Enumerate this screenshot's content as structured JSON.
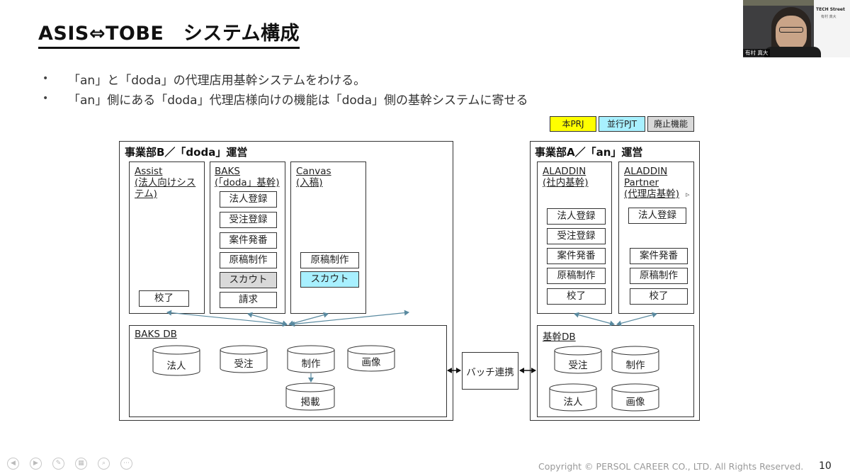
{
  "slide": {
    "title": "ASIS⇔TOBE　システム構成",
    "bullets": [
      "「an」と「doda」の代理店用基幹システムをわける。",
      "「an」側にある「doda」代理店様向けの機能は「doda」側の基幹システムに寄せる"
    ],
    "bullet_marker": "•",
    "page_number": "10",
    "copyright": "Copyright © PERSOL CAREER CO., LTD. All Rights Reserved."
  },
  "legend": {
    "items": [
      {
        "label": "本PRJ",
        "color": "#ffff00"
      },
      {
        "label": "並行PJT",
        "color": "#a8f0ff"
      },
      {
        "label": "廃止機能",
        "color": "#d9d9d9"
      }
    ]
  },
  "left_section": {
    "title": "事業部B／「doda」運営",
    "systems": [
      {
        "name_lines": [
          "Assist",
          "(法人向けシス",
          "テム)"
        ],
        "functions": [
          "校了"
        ]
      },
      {
        "name_lines": [
          "BAKS",
          "(「doda」基幹)"
        ],
        "functions": [
          "法人登録",
          "受注登録",
          "案件発番",
          "原稿制作",
          "スカウト",
          "請求"
        ]
      },
      {
        "name_lines": [
          "Canvas",
          "(入稿)"
        ],
        "functions": [
          "原稿制作",
          "スカウト"
        ]
      }
    ],
    "db": {
      "name": "BAKS DB",
      "tables": [
        "法人",
        "受注",
        "制作",
        "画像",
        "掲載"
      ]
    }
  },
  "right_section": {
    "title": "事業部A／「an」運営",
    "systems": [
      {
        "name_lines": [
          "ALADDIN",
          "(社内基幹)"
        ],
        "functions": [
          "法人登録",
          "受注登録",
          "案件発番",
          "原稿制作",
          "校了"
        ]
      },
      {
        "name_lines": [
          "ALADDIN",
          "Partner",
          "(代理店基幹)"
        ],
        "functions": [
          "法人登録",
          "案件発番",
          "原稿制作",
          "校了"
        ]
      }
    ],
    "db": {
      "name": "基幹DB",
      "tables": [
        "受注",
        "制作",
        "法人",
        "画像"
      ]
    }
  },
  "batch": {
    "label": "バッチ連携"
  },
  "webcam": {
    "name": "有村 真大",
    "header": "TECH Street",
    "sub": "有村 真大"
  },
  "colors": {
    "scout_gray": "#d9d9d9",
    "scout_cyan": "#a8f0ff",
    "arrow": "#5a8aa0"
  }
}
